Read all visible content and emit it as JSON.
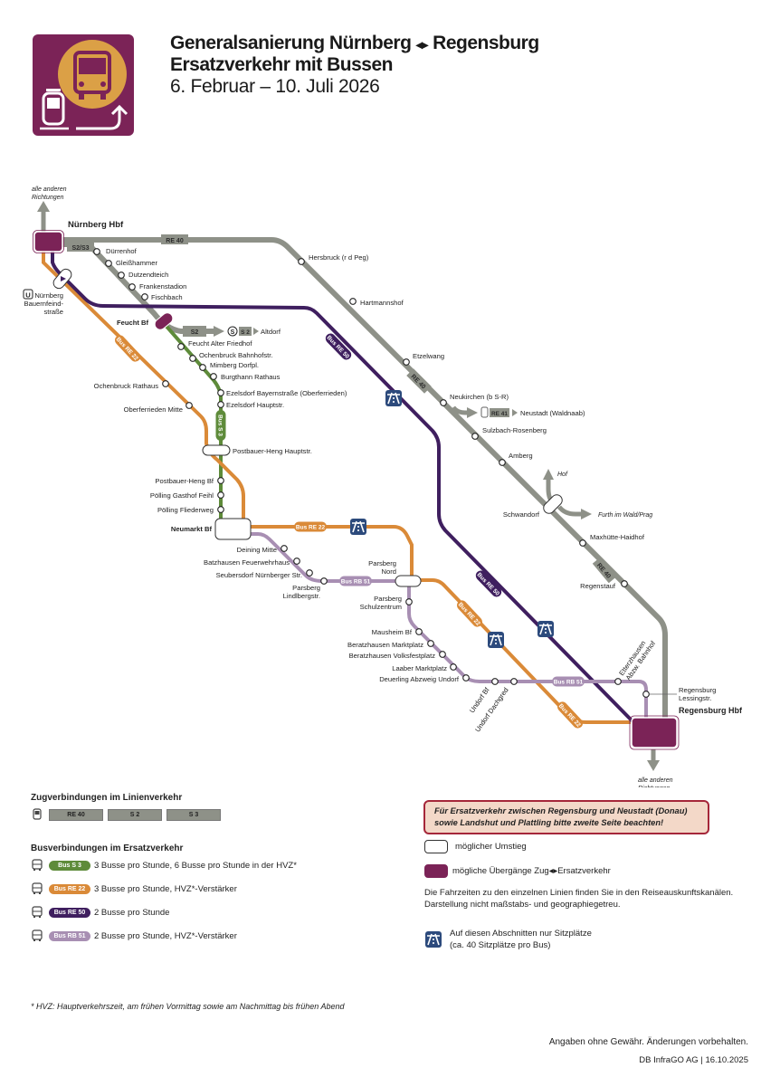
{
  "header": {
    "title_line1": "Generalsanierung Nürnberg",
    "title_arrows": "◂▸",
    "title_line1_end": "Regensburg",
    "title_line2": "Ersatzverkehr mit Bussen",
    "date_range": "6. Februar – 10. Juli 2026"
  },
  "colors": {
    "brand_magenta": "#7b2357",
    "logo_orange": "#dba046",
    "rail_gray": "#8e9188",
    "bus_s3_green": "#5e8b3a",
    "bus_re22_orange": "#da8a38",
    "bus_re50_purple": "#3f1f5f",
    "bus_rb51_lilac": "#a88fb3",
    "autobahn_blue": "#2c4a7c",
    "note_border": "#a5273a",
    "note_bg": "#f3d8c8"
  },
  "map": {
    "hubs": {
      "nuernberg": "Nürnberg Hbf",
      "feucht": "Feucht Bf",
      "neumarkt": "Neumarkt Bf",
      "regensburg": "Regensburg Hbf",
      "bauernfeind": "Nürnberg\nBauernfeind-\nstraße",
      "u_symbol": "U",
      "postbauer": "Postbauer-Heng Hauptstr.",
      "parsberg_nord": "Parsberg\nNord",
      "schwandorf": "Schwandorf"
    },
    "directions": {
      "north": "alle anderen\nRichtungen",
      "south": "alle anderen\nRichtungen",
      "hof": "Hof",
      "furth": "Furth im Wald/Prag",
      "altdorf": "Altdorf",
      "altdorf_badge": "S 2",
      "s_symbol": "S",
      "neustadt": "Neustadt (Waldnaab)",
      "neustadt_badge": "RE 41"
    },
    "line_labels": {
      "re40": "RE 40",
      "s2s3": "S2/S3",
      "s2": "S2",
      "bus_re22": "Bus RE 22",
      "bus_re50": "Bus RE 50",
      "bus_s3": "Bus S 3",
      "bus_rb51": "Bus RB 51"
    },
    "stations": [
      "Dürrenhof",
      "Gleißhammer",
      "Dutzendteich",
      "Frankenstadion",
      "Fischbach",
      "Hersbruck (r d Peg)",
      "Hartmannshof",
      "Etzelwang",
      "Neukirchen (b S-R)",
      "Sulzbach-Rosenberg",
      "Amberg",
      "Maxhütte-Haidhof",
      "Regenstauf",
      "Feucht Alter Friedhof",
      "Ochenbruck Bahnhofstr.",
      "Mimberg Dorfpl.",
      "Burgthann Rathaus",
      "Ezelsdorf Bayernstraße (Oberferrieden)",
      "Ezelsdorf Hauptstr.",
      "Postbauer-Heng Bf",
      "Pölling Gasthof Feihl",
      "Pölling Fliederweg",
      "Ochenbruck Rathaus",
      "Oberferrieden Mitte",
      "Deining Mitte",
      "Batzhausen Feuerwehrhaus",
      "Seubersdorf Nürnberger Str.",
      "Parsberg\nLindlbergstr.",
      "Parsberg\nSchulzentrum",
      "Mausheim Bf",
      "Beratzhausen Marktplatz",
      "Beratzhausen Volksfestplatz",
      "Laaber Marktplatz",
      "Deuerling Abzweig Undorf",
      "Undorf Bf",
      "Undorf Dachgred",
      "Etterzhausen\nAbzw. Bahnhof",
      "Regensburg\nLessingstr."
    ]
  },
  "legend": {
    "train_heading": "Zugverbindungen im Linienverkehr",
    "train_lines": [
      "RE 40",
      "S 2",
      "S 3"
    ],
    "bus_heading": "Busverbindungen im Ersatzverkehr",
    "bus_lines": [
      {
        "label": "Bus S 3",
        "color": "#5e8b3a",
        "text": "3 Busse pro Stunde, 6 Busse pro Stunde in der HVZ*"
      },
      {
        "label": "Bus RE 22",
        "color": "#da8a38",
        "text": "3 Busse pro Stunde, HVZ*-Verstärker"
      },
      {
        "label": "Bus RE 50",
        "color": "#3f1f5f",
        "text": "2 Busse pro Stunde"
      },
      {
        "label": "Bus RB 51",
        "color": "#a88fb3",
        "text": "2 Busse pro Stunde, HVZ*-Verstärker"
      }
    ],
    "note_line1": "Für Ersatzverkehr zwischen Regensburg und Neustadt (Donau)",
    "note_line2": "sowie Landshut und Plattling bitte zweite Seite beachten!",
    "umstieg": "möglicher Umstieg",
    "uebergang": "mögliche Übergänge Zug◂▸Ersatzverkehr",
    "info_line1": "Die Fahrzeiten zu den einzelnen Linien finden Sie in den Reiseauskunftskanälen.",
    "info_line2": "Darstellung nicht maßstabs- und geographiegetreu.",
    "seats_line1": "Auf diesen Abschnitten nur Sitzplätze",
    "seats_line2": "(ca. 40 Sitzplätze pro Bus)"
  },
  "footer": {
    "hvz_note": "* HVZ: Hauptverkehrszeit, am frühen Vormittag sowie am Nachmittag bis frühen Abend",
    "disclaimer": "Angaben ohne Gewähr. Änderungen vorbehalten.",
    "credit": "DB InfraGO AG | 16.10.2025"
  }
}
